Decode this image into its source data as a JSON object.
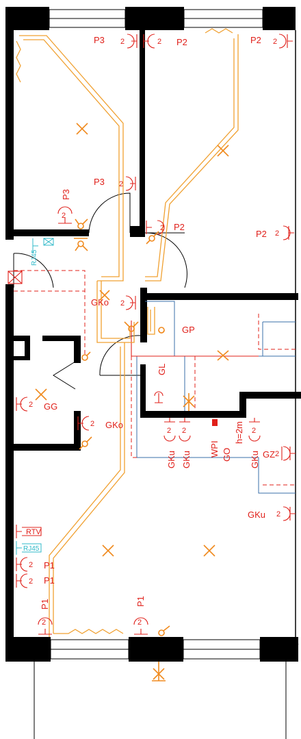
{
  "labels": {
    "p3_top": "P3",
    "p3_mid": "P3",
    "p3_vert": "P3",
    "p2_top_left": "P2",
    "p2_top_right": "P2",
    "p2_mid": "P2",
    "p2_right": "P2",
    "gko_1": "GKo",
    "gko_2": "GKo",
    "gp": "GP",
    "gl": "GL",
    "gg": "GG",
    "gku_1": "GKu",
    "gku_2": "GKu",
    "gku_3": "GKu",
    "gku_right": "GKu",
    "wpi": "WPI",
    "go": "GO",
    "height": "h=2m",
    "gz": "GZ",
    "p1_a": "P1",
    "p1_b": "P1",
    "p1_vert_left": "P1",
    "p1_vert_mid": "P1",
    "rtv": "RTV",
    "rj45_a": "RJ45",
    "rj45_b": "RJ45",
    "circuit_2": "2"
  },
  "colors": {
    "wall": "#000000",
    "socket_label": "#e0201a",
    "cable_route": "#f0a030",
    "light_point": "#f08a1e",
    "plumbing": "#3a6fa8",
    "network": "#2fb8c8"
  }
}
